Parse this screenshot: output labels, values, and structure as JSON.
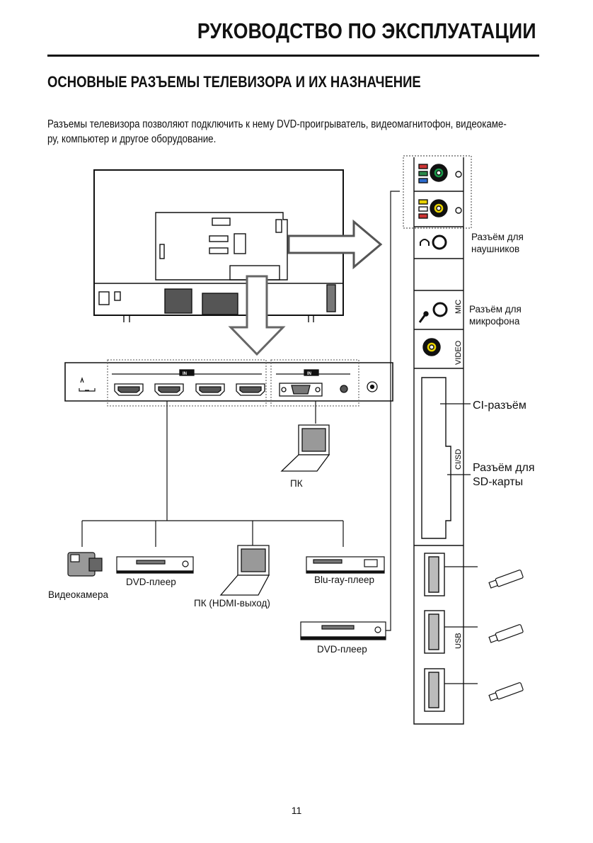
{
  "header": {
    "title": "РУКОВОДСТВО ПО ЭКСПЛУАТАЦИИ"
  },
  "section": {
    "title": "ОСНОВНЫЕ РАЗЪЕМЫ ТЕЛЕВИЗОРА И ИХ НАЗНАЧЕНИЕ"
  },
  "intro": {
    "line1": "Разъемы телевизора позволяют подключить к нему DVD-проигрыватель, видеомагнитофон, видеокаме-",
    "line2": "ру, компьютер и другое оборудование."
  },
  "panel_marks": {
    "in_label": "IN",
    "mic": "MIC",
    "video": "VIDEO",
    "ci_sd": "CI/SD",
    "usb": "USB"
  },
  "labels": {
    "headphones": "Разъём для\nнаушников",
    "microphone": "Разъём для\nмикрофона",
    "ci": "CI-разъём",
    "sd_line1": "Разъём для",
    "sd_line2": "SD-карты",
    "pc": "ПК",
    "camcorder": "Видеокамера",
    "dvd_player_1": "DVD-плеер",
    "pc_hdmi": "ПК (HDMI-выход)",
    "bluray": "Blu-ray-плеер",
    "dvd_player_2": "DVD-плеер"
  },
  "page": {
    "number": "11"
  }
}
